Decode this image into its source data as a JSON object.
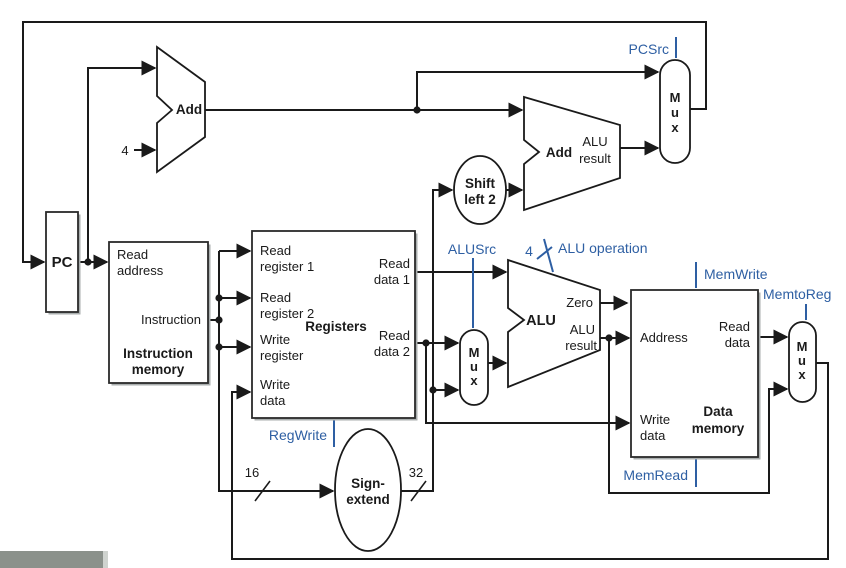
{
  "colors": {
    "control_blue": "#2e5fa3",
    "wire_black": "#1a1a1a",
    "bar_gray": "#8b918b"
  },
  "pc": {
    "label": "PC"
  },
  "pc_adder": {
    "label": "Add",
    "constant": "4"
  },
  "branch_adder": {
    "label": "Add",
    "out1": "ALU",
    "out2": "result"
  },
  "mux_label": {
    "m": "M",
    "u": "u",
    "x": "x"
  },
  "shift_left": {
    "line1": "Shift",
    "line2": "left 2"
  },
  "sign_extend": {
    "line1": "Sign-",
    "line2": "extend",
    "input_width": "16",
    "output_width": "32"
  },
  "instruction_memory": {
    "port_read_address1": "Read",
    "port_read_address2": "address",
    "port_instruction": "Instruction",
    "name1": "Instruction",
    "name2": "memory"
  },
  "registers": {
    "port_rr1_1": "Read",
    "port_rr1_2": "register 1",
    "port_rr2_1": "Read",
    "port_rr2_2": "register 2",
    "port_wr_1": "Write",
    "port_wr_2": "register",
    "port_wd_1": "Write",
    "port_wd_2": "data",
    "name": "Registers",
    "port_rd1_1": "Read",
    "port_rd1_2": "data 1",
    "port_rd2_1": "Read",
    "port_rd2_2": "data 2"
  },
  "alu": {
    "name": "ALU",
    "port_zero": "Zero",
    "port_result1": "ALU",
    "port_result2": "result"
  },
  "data_memory": {
    "port_address": "Address",
    "port_rd_1": "Read",
    "port_rd_2": "data",
    "port_wd_1": "Write",
    "port_wd_2": "data",
    "name1": "Data",
    "name2": "memory"
  },
  "control_signals": {
    "pcsrc": "PCSrc",
    "regwrite": "RegWrite",
    "alusrc": "ALUSrc",
    "alu_op_width": "4",
    "alu_op": "ALU operation",
    "memwrite": "MemWrite",
    "memtoreg": "MemtoReg",
    "memread": "MemRead"
  }
}
